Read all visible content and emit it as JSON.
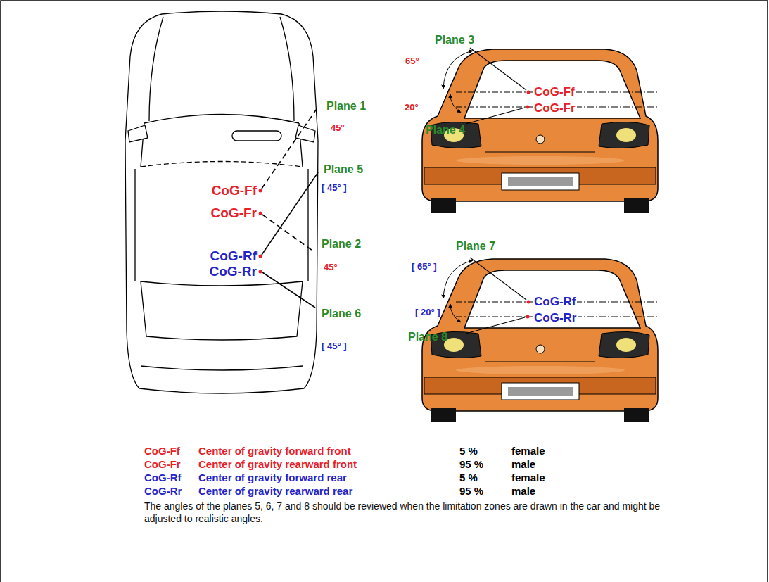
{
  "diagram": {
    "labels": [
      "Plane 1",
      "45°",
      "Plane 5",
      "[ 45° ]",
      "CoG-Ff",
      "CoG-Fr",
      "CoG-Rf",
      "CoG-Rr",
      "Plane 2",
      "45°",
      "Plane 6",
      "[ 45° ]",
      "Plane 3",
      "65°",
      "20°",
      "CoG-Ff",
      "CoG-Fr",
      "Plane 4",
      "Plane 7",
      "[ 65° ]",
      "[ 20° ]",
      "CoG-Rf",
      "CoG-Rr",
      "Plane 8",
      "CoG-Ff",
      "Center of gravity forward front",
      "5 %",
      "female",
      "CoG-Fr",
      "Center of gravity rearward front",
      "95 %",
      "male",
      "CoG-Rf",
      "Center of gravity forward rear",
      "5 %",
      "female",
      "CoG-Rr",
      "Center of gravity rearward rear",
      "95 %",
      "male",
      "The angles of the planes 5, 6, 7 and 8 should be reviewed when the limitation zones are drawn in the car and might be adjusted to realistic angles."
    ]
  }
}
